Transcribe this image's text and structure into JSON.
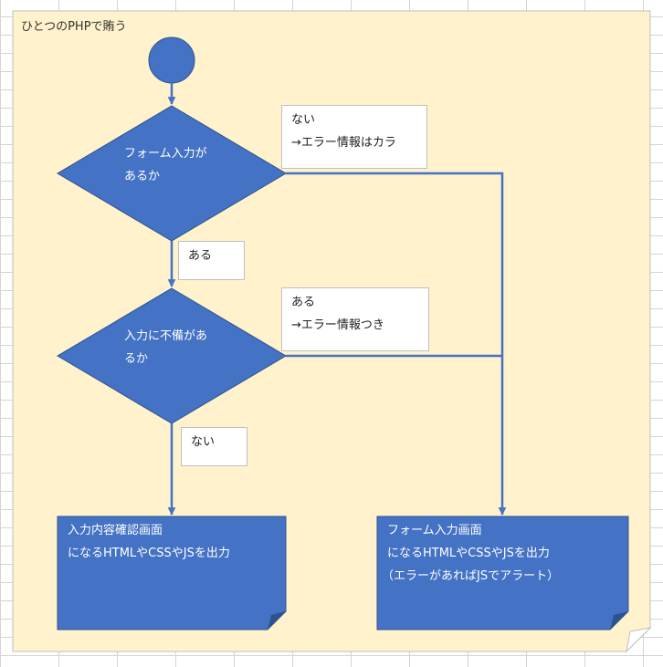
{
  "frame": {
    "title": "ひとつのPHPで賄う"
  },
  "decision1": {
    "line1": "フォーム入力が",
    "line2": "あるか"
  },
  "decision2": {
    "line1": "入力に不備があ",
    "line2": "るか"
  },
  "labels": {
    "d1_no": {
      "line1": "ない",
      "line2": "→エラー情報はカラ"
    },
    "d1_yes": {
      "line1": "ある"
    },
    "d2_yes": {
      "line1": "ある",
      "line2": "→エラー情報つき"
    },
    "d2_no": {
      "line1": "ない"
    }
  },
  "process_confirm": {
    "line1": "入力内容確認画面",
    "line2": "になるHTMLやCSSやJSを出力"
  },
  "process_form": {
    "line1": "フォーム入力画面",
    "line2": "になるHTMLやCSSやJSを出力",
    "line3": "（エラーがあればJSでアラート）"
  },
  "colors": {
    "shape_fill": "#4472c4",
    "shape_stroke": "#2f528f",
    "frame_fill": "#fff2cc",
    "frame_stroke": "#bfbfbf"
  }
}
